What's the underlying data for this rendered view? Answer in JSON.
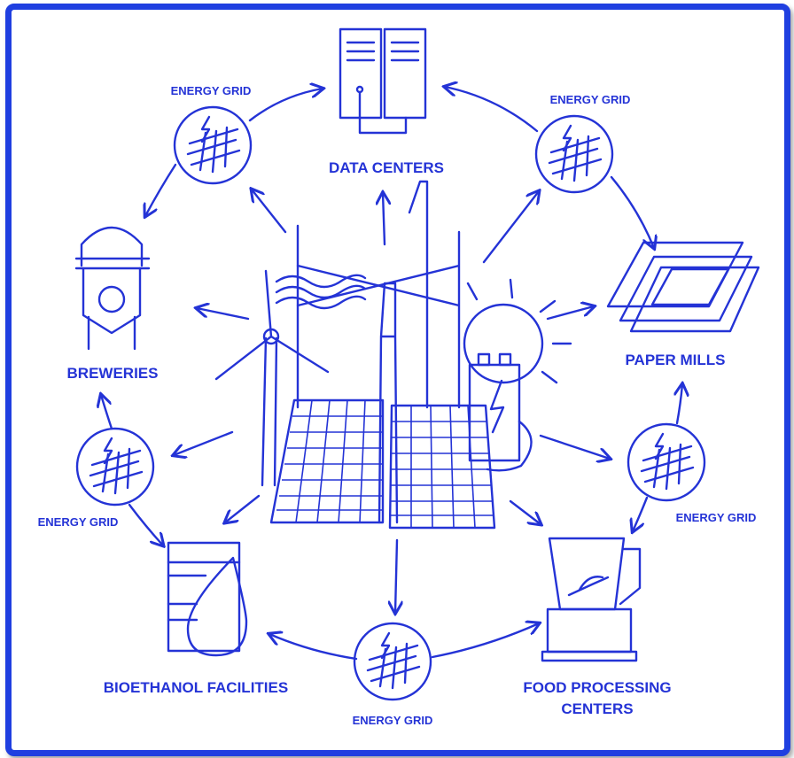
{
  "labels": {
    "data_centers": "DATA CENTERS",
    "paper_mills": "PAPER MILLS",
    "breweries": "BREWERIES",
    "bioethanol": "BIOETHANOL FACILITIES",
    "food_line1": "FOOD PROCESSING",
    "food_line2": "CENTERS"
  },
  "energy_grid_label": "ENERGY GRID",
  "colors": {
    "primary": "#2433d6",
    "frame": "#1f3fe0",
    "background": "#ffffff"
  }
}
